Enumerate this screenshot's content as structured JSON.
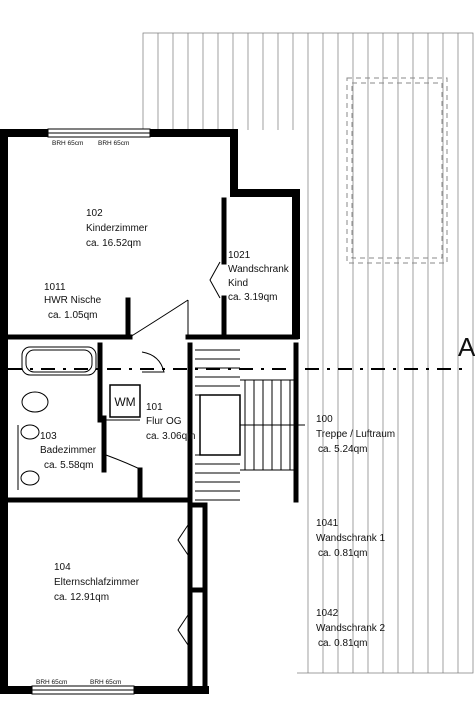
{
  "rooms": {
    "kinder": {
      "number": "102",
      "name": "Kinderzimmer",
      "area": "ca. 16.52qm"
    },
    "schrank_kind": {
      "number": "1021",
      "name": "Wandschrank",
      "name2": "Kind",
      "area": "ca. 3.19qm"
    },
    "hwr": {
      "number": "1011",
      "name": "HWR Nische",
      "area": "ca. 1.05qm"
    },
    "flur": {
      "number": "101",
      "name": "Flur OG",
      "area": "ca. 3.06qm"
    },
    "treppe": {
      "number": "100",
      "name": "Treppe / Luftraum",
      "area": "ca. 5.24qm"
    },
    "bad": {
      "number": "103",
      "name": "Badezimmer",
      "area": "ca. 5.58qm"
    },
    "eltern": {
      "number": "104",
      "name": "Elternschlafzimmer",
      "area": "ca. 12.91qm"
    },
    "ws1": {
      "number": "1041",
      "name": "Wandschrank 1",
      "area": "ca. 0.81qm"
    },
    "ws2": {
      "number": "1042",
      "name": "Wandschrank 2",
      "area": "ca. 0.81qm"
    }
  },
  "fixtures": {
    "wm": "WM"
  },
  "windows": {
    "top_left": "BRH 65cm",
    "top_right": "BRH 65cm",
    "bottom_left": "BRH 65cm",
    "bottom_right": "BRH 65cm"
  },
  "section_mark": "A"
}
